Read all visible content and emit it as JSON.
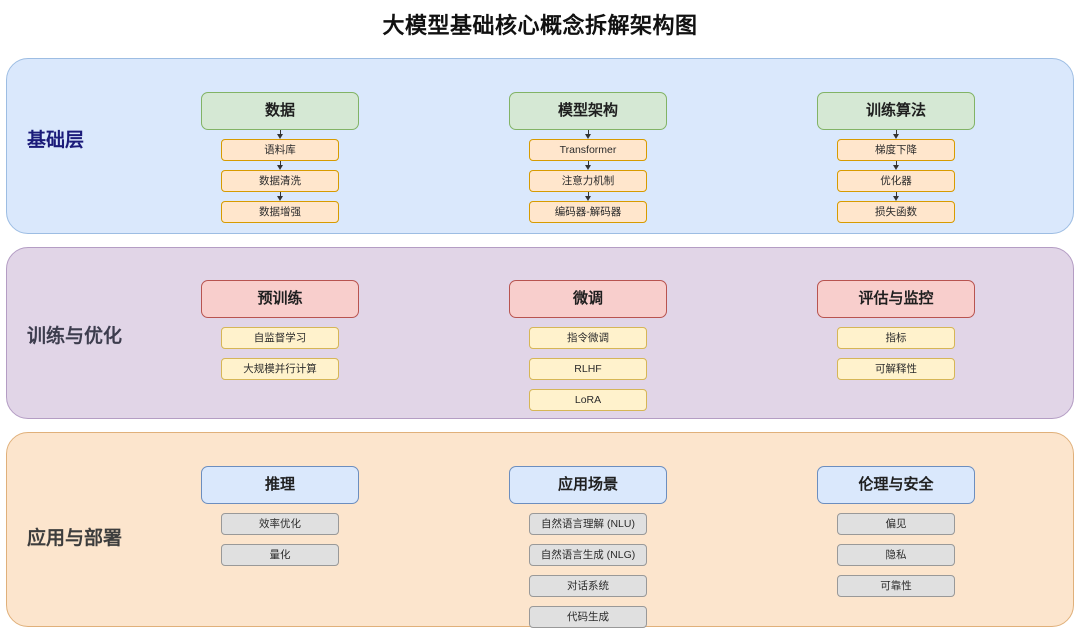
{
  "title": "大模型基础核心概念拆解架构图",
  "colors": {
    "layer1_band_fill": "#dae8fc",
    "layer1_band_border": "#9dbde3",
    "layer1_header_fill": "#d5e8d4",
    "layer1_header_border": "#82b366",
    "layer1_item_fill": "#ffe6cc",
    "layer1_item_border": "#d79b00",
    "layer2_band_fill": "#e1d5e7",
    "layer2_band_border": "#b49dc4",
    "layer2_header_fill": "#f8cecc",
    "layer2_header_border": "#b85450",
    "layer2_item_fill": "#fff2cc",
    "layer2_item_border": "#d6b656",
    "layer3_band_fill": "#fce5cd",
    "layer3_band_border": "#e0b07a",
    "layer3_header_fill": "#dae8fc",
    "layer3_header_border": "#6c8ebf",
    "layer3_item_fill": "#e0e0e0",
    "layer3_item_border": "#999999",
    "title_text": "#111111",
    "layer1_label_text": "#1b1b7a",
    "layer2_label_text": "#3d3d4e",
    "layer3_label_text": "#3d3d3d"
  },
  "layers": [
    {
      "label": "基础层",
      "connectors": true,
      "groups": [
        {
          "header": "数据",
          "items": [
            "语料库",
            "数据清洗",
            "数据增强"
          ]
        },
        {
          "header": "模型架构",
          "items": [
            "Transformer",
            "注意力机制",
            "编码器-解码器"
          ]
        },
        {
          "header": "训练算法",
          "items": [
            "梯度下降",
            "优化器",
            "损失函数"
          ]
        }
      ]
    },
    {
      "label": "训练与优化",
      "connectors": false,
      "groups": [
        {
          "header": "预训练",
          "items": [
            "自监督学习",
            "大规模并行计算"
          ]
        },
        {
          "header": "微调",
          "items": [
            "指令微调",
            "RLHF",
            "LoRA"
          ]
        },
        {
          "header": "评估与监控",
          "items": [
            "指标",
            "可解释性"
          ]
        }
      ]
    },
    {
      "label": "应用与部署",
      "connectors": false,
      "groups": [
        {
          "header": "推理",
          "items": [
            "效率优化",
            "量化"
          ]
        },
        {
          "header": "应用场景",
          "items": [
            "自然语言理解 (NLU)",
            "自然语言生成 (NLG)",
            "对话系统",
            "代码生成"
          ]
        },
        {
          "header": "伦理与安全",
          "items": [
            "偏见",
            "隐私",
            "可靠性"
          ]
        }
      ]
    }
  ]
}
